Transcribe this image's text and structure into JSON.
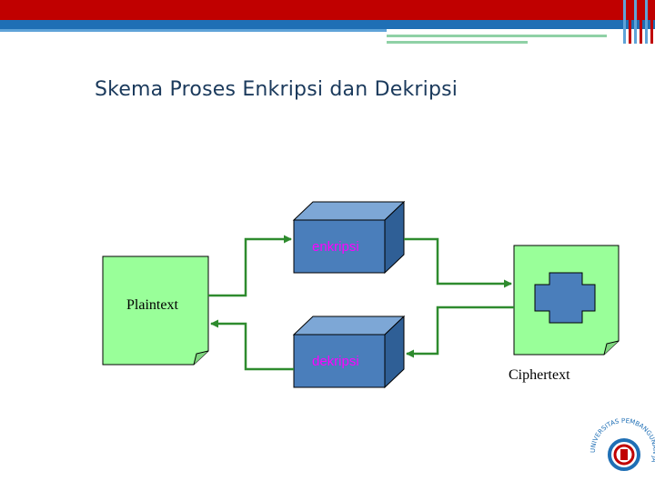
{
  "slide": {
    "title": "Skema Proses Enkripsi dan Dekripsi"
  },
  "diagram": {
    "plaintext_label": "Plaintext",
    "ciphertext_label": "Ciphertext",
    "encrypt_box_label": "enkripsi",
    "decrypt_box_label": "dekripsi"
  },
  "logo": {
    "text": "UNIVERSITAS PEMBANGUNAN JAYA"
  },
  "colors": {
    "header_red": "#c00000",
    "header_blue": "#1f6fb5",
    "box_front": "#4a7ebb",
    "document_fill": "#99ff99",
    "arrow_green": "#2e8b2e",
    "box_label": "#ff00ff"
  },
  "icons": [
    "cross-shape-icon",
    "university-logo"
  ]
}
